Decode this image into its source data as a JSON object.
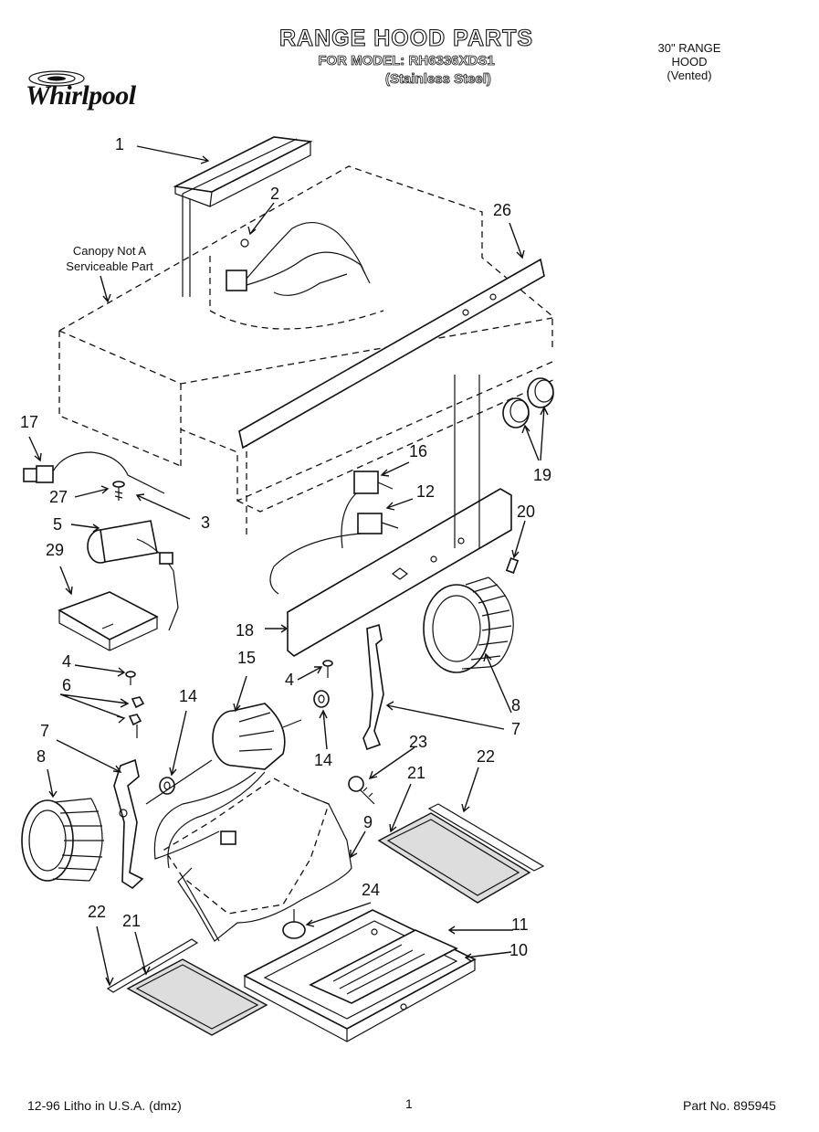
{
  "header": {
    "title": "RANGE HOOD PARTS",
    "model": "FOR MODEL: RH6336XDS1",
    "finish": "(Stainless Steel)",
    "hood_line1": "30\" RANGE",
    "hood_line2": "HOOD",
    "hood_line3": "(Vented)",
    "brand": "Whirlpool"
  },
  "note": {
    "line1": "Canopy Not A",
    "line2": "Serviceable Part"
  },
  "callouts": {
    "p1": "1",
    "p2": "2",
    "p26": "26",
    "p17": "17",
    "p27": "27",
    "p3": "3",
    "p5": "5",
    "p29": "29",
    "p16": "16",
    "p12": "12",
    "p19": "19",
    "p20": "20",
    "p18": "18",
    "p4a": "4",
    "p4b": "4",
    "p6": "6",
    "p15": "15",
    "p14a": "14",
    "p14b": "14",
    "p8a": "8",
    "p8b": "8",
    "p7a": "7",
    "p7b": "7",
    "p23": "23",
    "p22a": "22",
    "p22b": "22",
    "p21a": "21",
    "p21b": "21",
    "p9": "9",
    "p24": "24",
    "p11": "11",
    "p10": "10"
  },
  "footer": {
    "left": "12-96 Litho in U.S.A. (dmz)",
    "page": "1",
    "part_no": "Part No. 895945"
  }
}
